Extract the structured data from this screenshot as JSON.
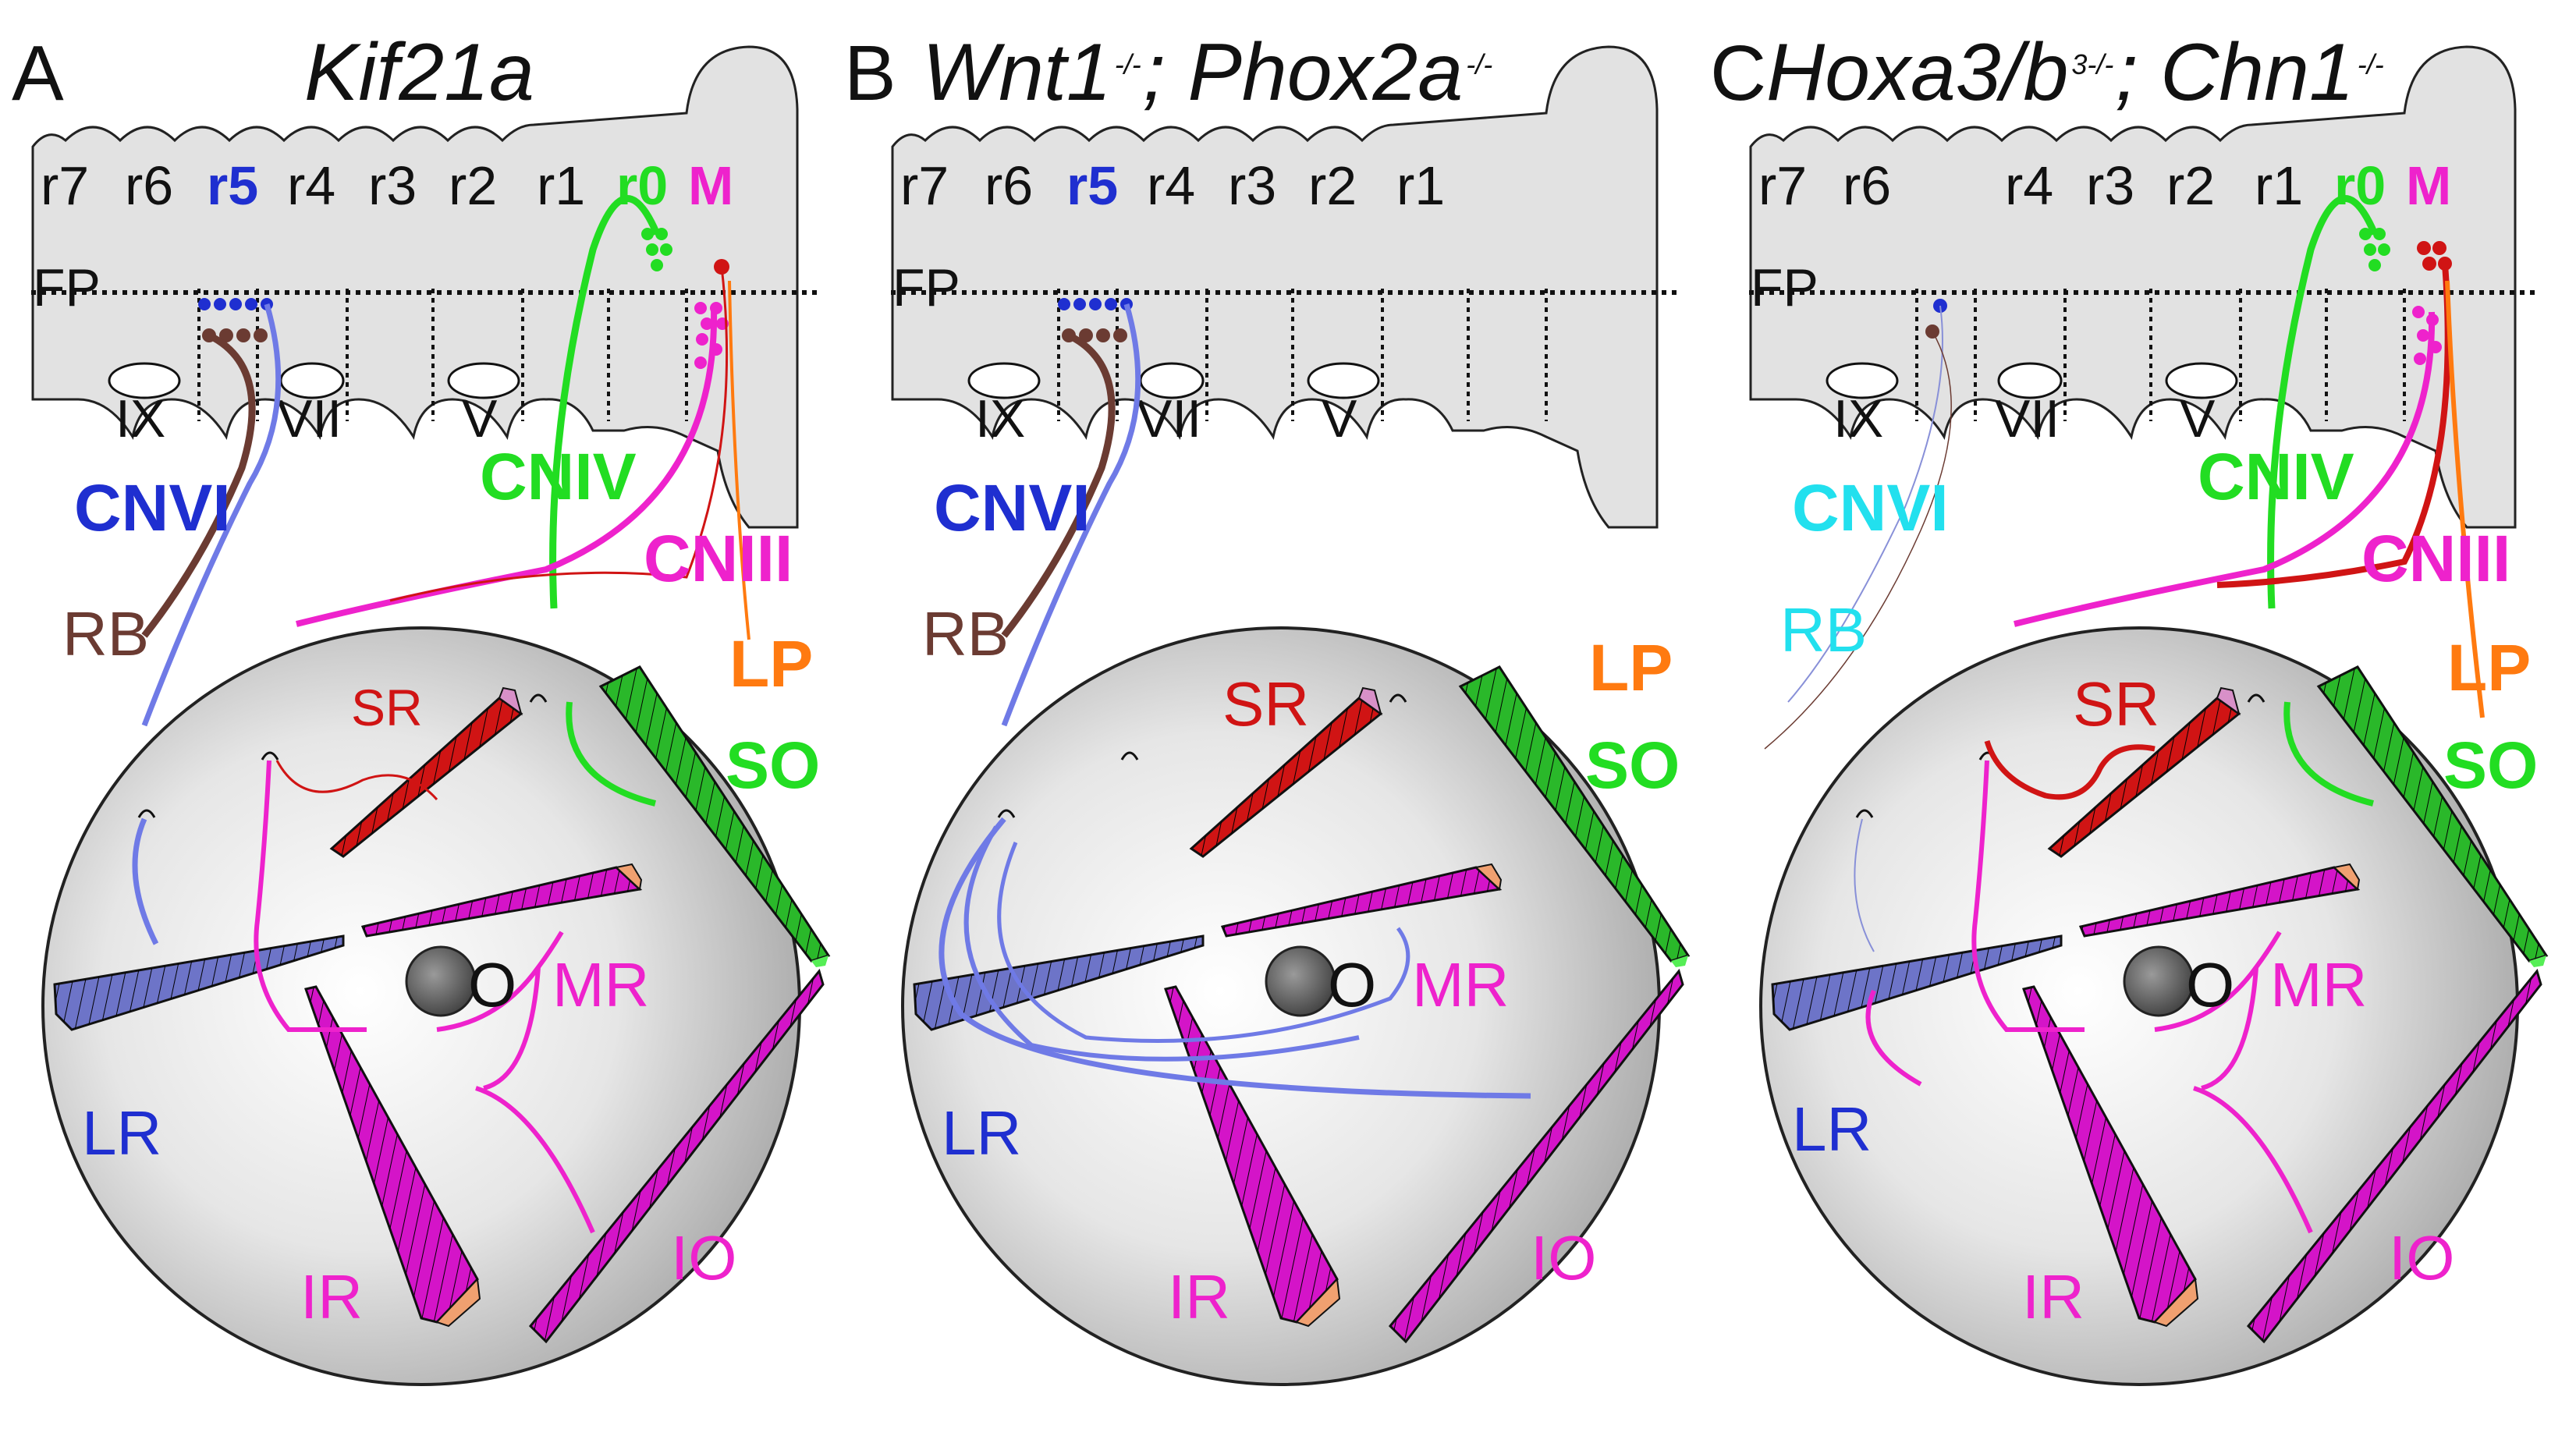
{
  "panels": [
    {
      "letter": "A",
      "title_parts": [
        "Kif21a"
      ],
      "title_sups": [],
      "rhombomeres": [
        "r7",
        "r6",
        "r5",
        "r4",
        "r3",
        "r2",
        "r1",
        "r0",
        "M"
      ],
      "floor_plate": "FP",
      "nuclei": [
        "IX",
        "VII",
        "V"
      ],
      "nerves": {
        "cnvi": "CNVI",
        "cniv": "CNIV",
        "cniii": "CNIII",
        "rb": "RB",
        "lp": "LP"
      },
      "muscles": {
        "sr": "SR",
        "so": "SO",
        "mr": "MR",
        "lr": "LR",
        "ir": "IR",
        "io": "IO",
        "o": "O"
      }
    },
    {
      "letter": "B",
      "title_parts": [
        "Wnt1",
        "; Phox2a"
      ],
      "title_sups": [
        "-/-",
        "-/-"
      ],
      "rhombomeres": [
        "r7",
        "r6",
        "r5",
        "r4",
        "r3",
        "r2",
        "r1"
      ],
      "floor_plate": "FP",
      "nuclei": [
        "IX",
        "VII",
        "V"
      ],
      "nerves": {
        "cnvi": "CNVI",
        "rb": "RB",
        "lp": "LP"
      },
      "muscles": {
        "sr": "SR",
        "so": "SO",
        "mr": "MR",
        "lr": "LR",
        "ir": "IR",
        "io": "IO",
        "o": "O"
      }
    },
    {
      "letter": "C",
      "title_parts": [
        "Hoxa3/b",
        "; Chn1"
      ],
      "title_sups": [
        "3-/-",
        "-/-"
      ],
      "rhombomeres": [
        "r7",
        "r6",
        "r4",
        "r3",
        "r2",
        "r1",
        "r0",
        "M"
      ],
      "floor_plate": "FP",
      "nuclei": [
        "IX",
        "VII",
        "V"
      ],
      "nerves": {
        "cnvi": "CNVI",
        "cniv": "CNIV",
        "cniii": "CNIII",
        "rb": "RB",
        "lp": "LP"
      },
      "muscles": {
        "sr": "SR",
        "so": "SO",
        "mr": "MR",
        "lr": "LR",
        "ir": "IR",
        "io": "IO",
        "o": "O"
      }
    }
  ],
  "colors": {
    "abducens": "#1f2fd0",
    "abducens_nerve": "#6f7ae6",
    "rb": "#6b3b32",
    "trochlear": "#22dd22",
    "oculomotor": "#ee22cc",
    "lp": "#ff7a10",
    "sr_muscle": "#d01414",
    "lr_muscle": "#6d74c8",
    "so_muscle": "#2ab82a",
    "magenta_muscle": "#d414c8",
    "cyan": "#22e0ee",
    "brainstem": "#e2e2e2"
  }
}
